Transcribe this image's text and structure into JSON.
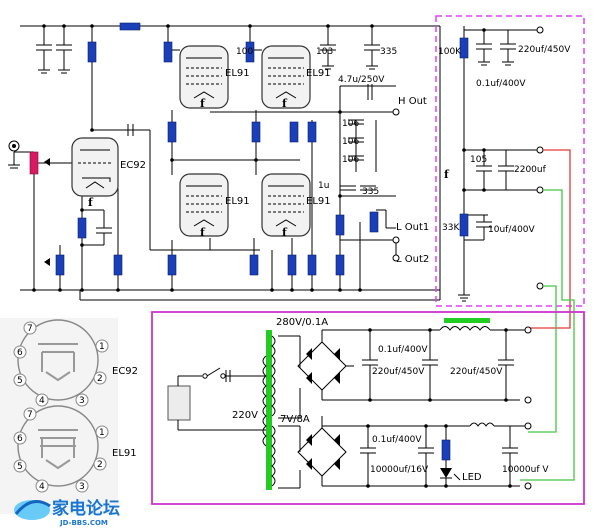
{
  "tubes": {
    "ec92": "EC92",
    "el91_a": "EL91",
    "el91_b": "EL91",
    "el91_c": "EL91",
    "el91_d": "EL91",
    "filament": "f"
  },
  "labels": {
    "cap_100": "100",
    "cap_103": "103",
    "cap_335_top": "335",
    "cap_4u7": "4.7u/250V",
    "h_out": "H Out",
    "cap_106_a": "106",
    "cap_106_b": "106",
    "cap_106_c": "106",
    "cap_1u": "1u",
    "cap_335_mid": "335",
    "l_out1": "L Out1",
    "l_out2": "L Out2"
  },
  "supply": {
    "r_100k": "100K",
    "c_220uf_450v": "220uf/450V",
    "c_01uf_400v": "0.1uf/400V",
    "f_mark": "f",
    "c_105": "105",
    "c_2200uf": "2200uf",
    "r_33k": "33K",
    "c_10uf_400v": "10uf/400V"
  },
  "power": {
    "hv_winding": "280V/0.1A",
    "mains": "220V",
    "lv_winding": "7V/8A",
    "c_01uf_400v_a": "0.1uf/400V",
    "c_220uf_450v_a": "220uf/450V",
    "c_220uf_450v_b": "220uf/450V",
    "c_01uf_400v_b": "0.1uf/400V",
    "c_10000uf_16v": "10000uf/16V",
    "led": "LED",
    "c_10000uf_b": "10000uf V"
  },
  "pinouts": {
    "ec92_name": "EC92",
    "el91_name": "EL91",
    "pins": [
      "1",
      "2",
      "3",
      "4",
      "5",
      "6",
      "7"
    ]
  },
  "watermark": {
    "text": "家电论坛",
    "url": "JD-BBS.COM"
  },
  "colors": {
    "resistor": "#1a3fb8",
    "pot": "#d81b60",
    "dashed_box": "#e040fb",
    "power_box": "#cc33cc",
    "red_wire": "#e53935",
    "green_wire": "#43c643",
    "choke": "#22cc22"
  }
}
